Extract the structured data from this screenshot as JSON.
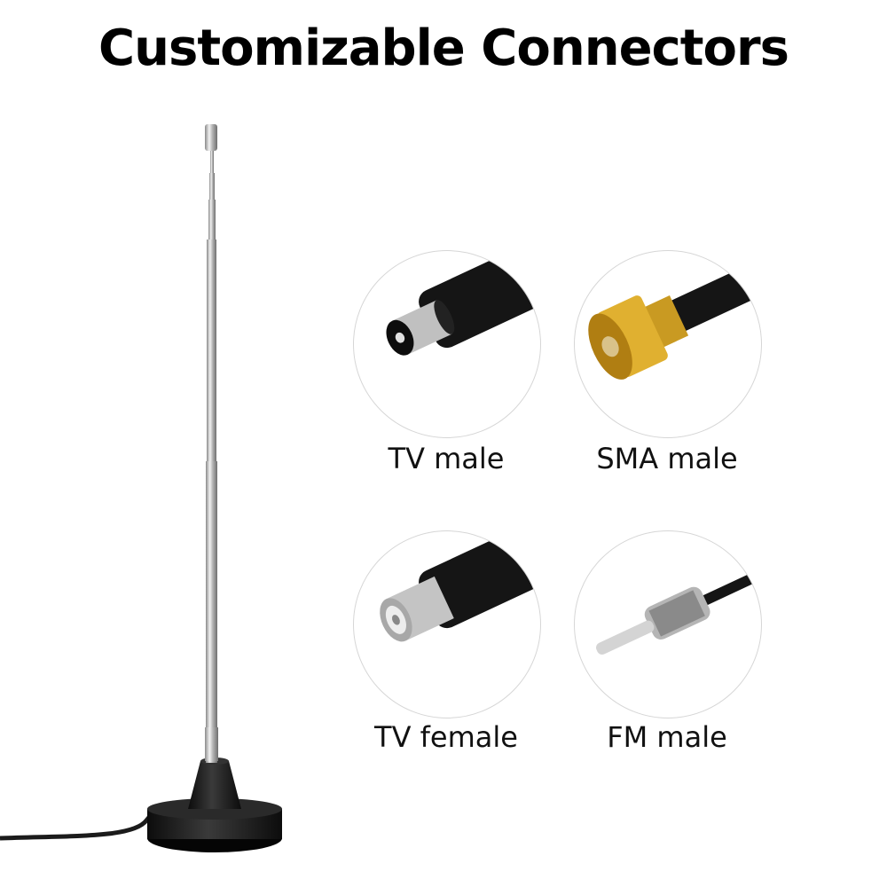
{
  "title": "Customizable Connectors",
  "connectors": [
    {
      "label": "TV male",
      "icon": "tv-male-connector-icon"
    },
    {
      "label": "SMA male",
      "icon": "sma-male-connector-icon"
    },
    {
      "label": "TV female",
      "icon": "tv-female-connector-icon"
    },
    {
      "label": "FM male",
      "icon": "fm-male-connector-icon"
    }
  ],
  "colors": {
    "rubber": "#1a1a1a",
    "chrome": "#c9c9c9",
    "gold": "#d9a420",
    "circle_border": "#d6d6d6"
  }
}
